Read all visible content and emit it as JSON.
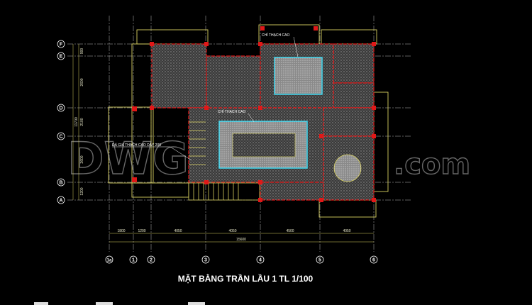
{
  "drawing": {
    "title": "MẶT BẰNG TRẦN LẦU 1 TL 1/100",
    "column_axes": [
      "1a",
      "1",
      "2",
      "3",
      "4",
      "5",
      "6"
    ],
    "row_axes": [
      "F",
      "E",
      "D",
      "C",
      "B",
      "A"
    ],
    "bottom_dimensions": [
      "1800",
      "1200",
      "4050",
      "4050",
      "4500",
      "4050"
    ],
    "bottom_total": "15600",
    "left_dimensions": [
      "900",
      "2600",
      "2100",
      "2600",
      "1200"
    ],
    "left_total": "11700",
    "notes": {
      "ceiling_trim_1": "CHỈ THẠCH CAO",
      "ceiling_trim_2": "CHỈ THẠCH CAO",
      "gypsum_note": "ĐÁ GIẢ THẠCH CAO DÀY 200"
    },
    "watermark": {
      "left": "DWG",
      "right": ".com"
    }
  },
  "colors": {
    "background": "#000000",
    "wall_outline": "#d8d060",
    "column": "#e01818",
    "ceiling_border": "#40d8f0",
    "grid_line": "#c8c8c8",
    "hatch": "#6a6a6a"
  }
}
